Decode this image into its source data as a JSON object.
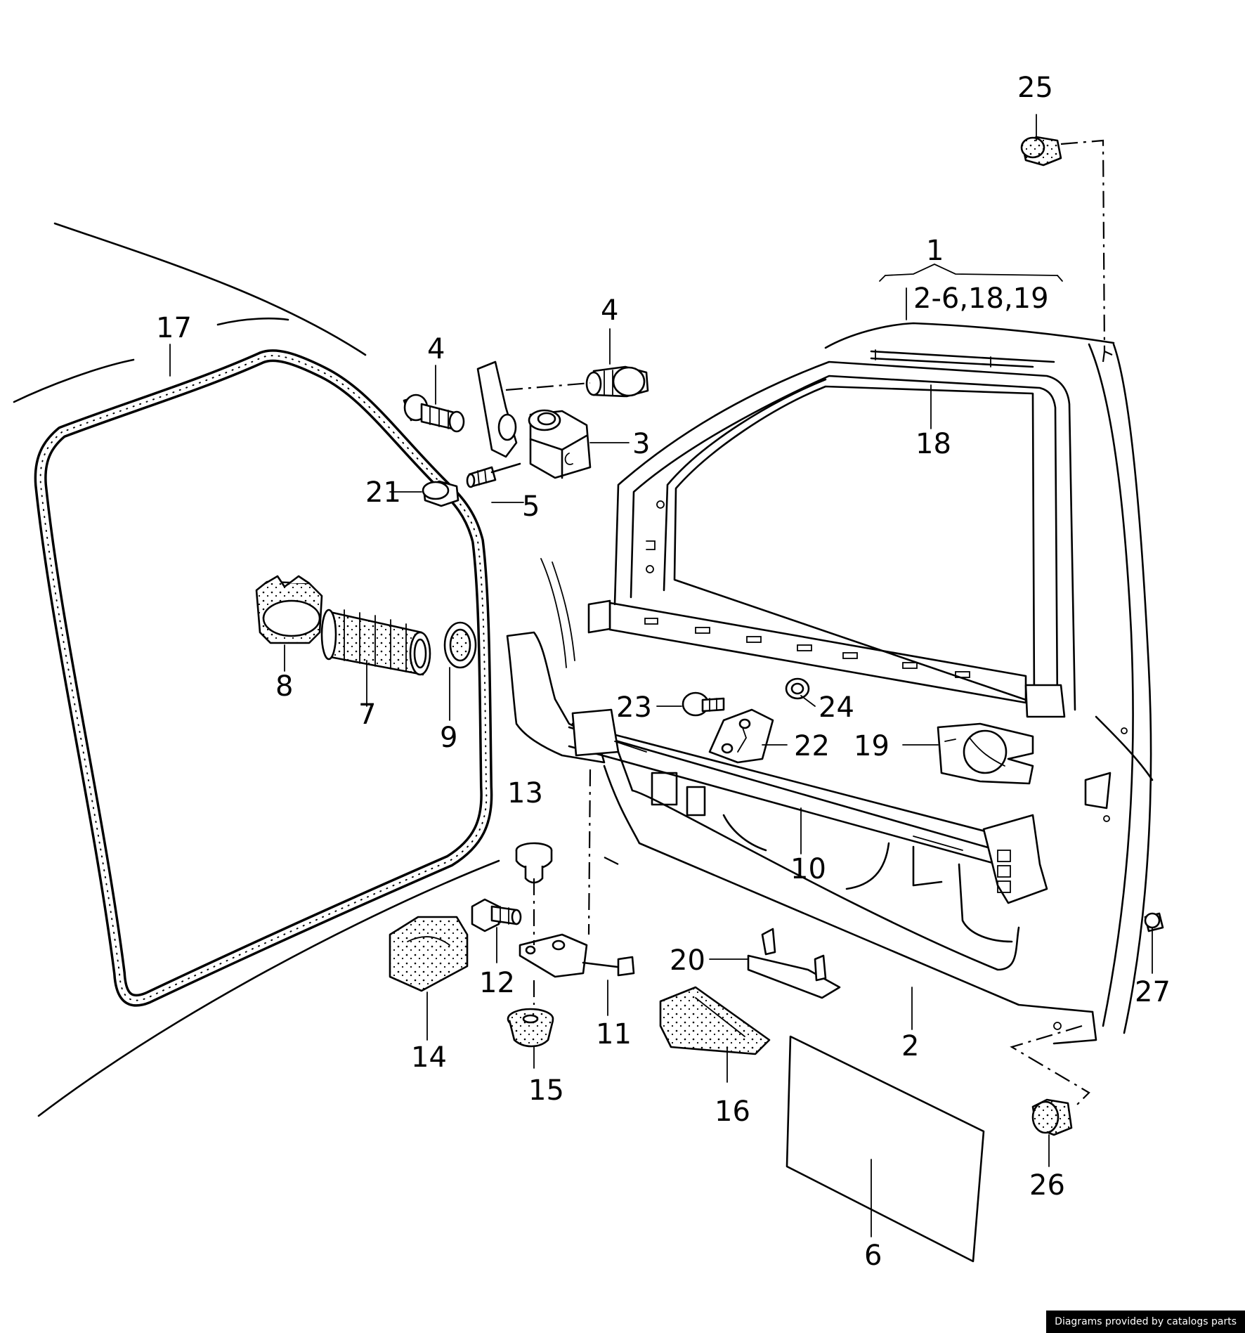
{
  "callouts": {
    "c1": "1",
    "c1_range": "2-6,18,19",
    "c2": "2",
    "c3": "3",
    "c4a": "4",
    "c4b": "4",
    "c5": "5",
    "c6": "6",
    "c7": "7",
    "c8": "8",
    "c9": "9",
    "c10": "10",
    "c11": "11",
    "c12": "12",
    "c13": "13",
    "c14": "14",
    "c15": "15",
    "c16": "16",
    "c17": "17",
    "c18": "18",
    "c19": "19",
    "c20": "20",
    "c21": "21",
    "c22": "22",
    "c23": "23",
    "c24": "24",
    "c25": "25",
    "c26": "26",
    "c27": "27"
  },
  "credit": "Diagrams provided by catalogs parts"
}
